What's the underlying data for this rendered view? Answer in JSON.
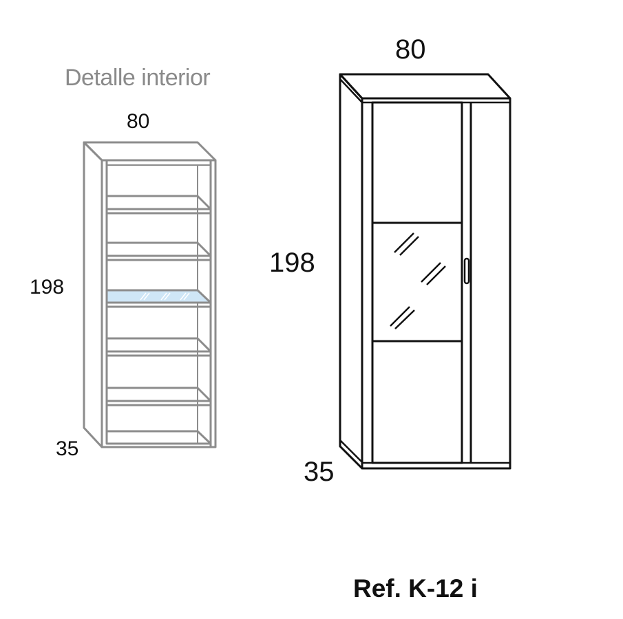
{
  "interior": {
    "title": "Detalle interior",
    "width": "80",
    "height": "198",
    "depth": "35"
  },
  "main": {
    "width": "80",
    "height": "198",
    "depth": "35"
  },
  "reference": "Ref. K-12 i",
  "colors": {
    "interior_lines": "#8c8c8c",
    "glass_shelf": "#cfe6f6",
    "main_lines": "#111111",
    "title_text": "#8a8a8a"
  }
}
